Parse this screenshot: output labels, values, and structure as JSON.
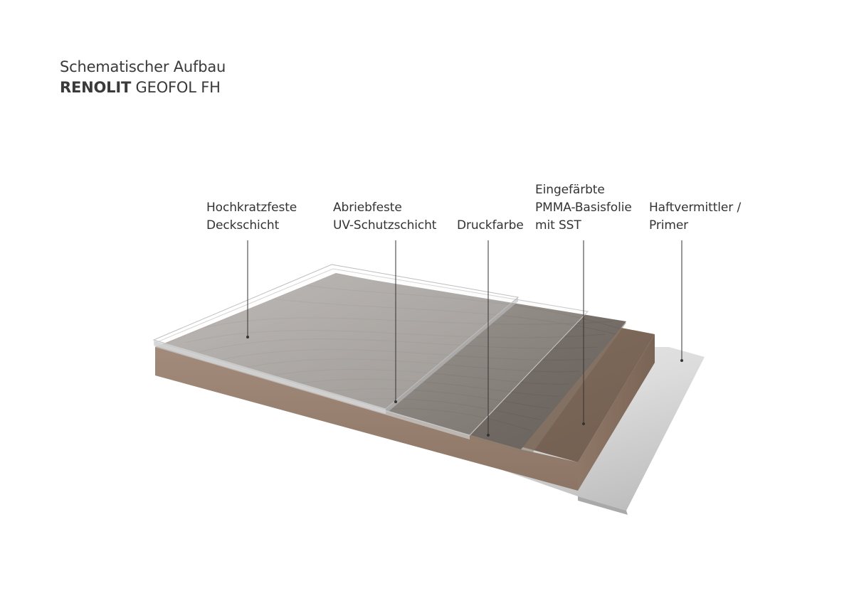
{
  "title": {
    "line1": "Schematischer Aufbau",
    "brand": "RENOLIT",
    "product": "GEOFOL FH"
  },
  "layers": [
    {
      "lines": [
        "Hochkratzfeste",
        "Deckschicht"
      ]
    },
    {
      "lines": [
        "Abriebfeste",
        "UV-Schutzschicht"
      ]
    },
    {
      "lines": [
        "Druckfarbe"
      ]
    },
    {
      "lines": [
        "Eingefärbte",
        "PMMA-Basisfolie",
        "mit SST"
      ]
    },
    {
      "lines": [
        "Haftvermittler /",
        "Primer"
      ]
    }
  ],
  "colors": {
    "substrate_top": "#7f6a5b",
    "substrate_side": "#9a8170",
    "primer": "#d9d9d9",
    "wood": "#7d7670",
    "leader": "#333333"
  }
}
